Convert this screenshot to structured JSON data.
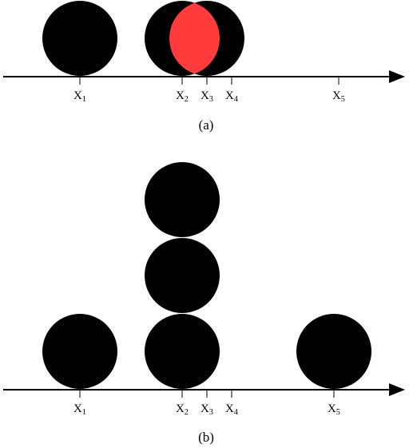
{
  "panel_a": {
    "caption": "(a)",
    "ticks": [
      {
        "base": "X",
        "sub": "1"
      },
      {
        "base": "X",
        "sub": "2"
      },
      {
        "base": "X",
        "sub": "3"
      },
      {
        "base": "X",
        "sub": "4"
      },
      {
        "base": "X",
        "sub": "5"
      }
    ]
  },
  "panel_b": {
    "caption": "(b)",
    "ticks": [
      {
        "base": "X",
        "sub": "1"
      },
      {
        "base": "X",
        "sub": "2"
      },
      {
        "base": "X",
        "sub": "3"
      },
      {
        "base": "X",
        "sub": "4"
      },
      {
        "base": "X",
        "sub": "5"
      }
    ]
  },
  "colors": {
    "disk": "#000000",
    "overlap": "#ff3b3b",
    "axis": "#000000"
  }
}
